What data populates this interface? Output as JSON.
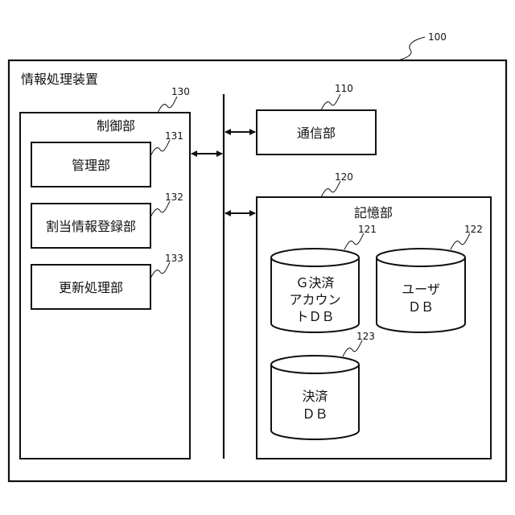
{
  "device": {
    "ref": "100",
    "title": "情報処理装置"
  },
  "control_unit": {
    "ref": "130",
    "label": "制御部",
    "submodules": [
      {
        "ref": "131",
        "label": "管理部"
      },
      {
        "ref": "132",
        "label": "割当情報登録部"
      },
      {
        "ref": "133",
        "label": "更新処理部"
      }
    ]
  },
  "communication_unit": {
    "ref": "110",
    "label": "通信部"
  },
  "storage_unit": {
    "ref": "120",
    "label": "記憶部",
    "databases": [
      {
        "ref": "121",
        "lines": [
          "Ｇ決済",
          "アカウン",
          "トＤＢ"
        ]
      },
      {
        "ref": "122",
        "lines": [
          "ユーザ",
          "ＤＢ"
        ]
      },
      {
        "ref": "123",
        "lines": [
          "決済",
          "ＤＢ"
        ]
      }
    ]
  }
}
